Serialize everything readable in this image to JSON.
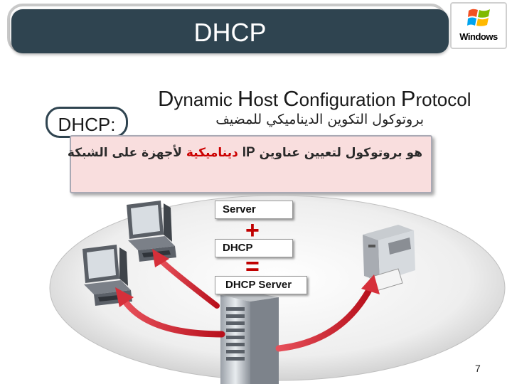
{
  "header": {
    "title": "DHCP",
    "logo_text": "Windows"
  },
  "slide": {
    "label": "DHCP:",
    "subtitle_parts": [
      {
        "cap": "D",
        "rest": "ynamic "
      },
      {
        "cap": "H",
        "rest": "ost "
      },
      {
        "cap": "C",
        "rest": "onfiguration "
      },
      {
        "cap": "P",
        "rest": "rotocol"
      }
    ],
    "arabic_subtitle": "بروتوكول التكوين الديناميكي للمضيف",
    "definition": {
      "part1": "هو بروتوكول لتعيين عناوين",
      "ip": "IP",
      "highlight": "ديناميكية",
      "part2": "لأجهزة على الشبكة"
    },
    "highlight_color": "#cc0000"
  },
  "diagram": {
    "box1": "Server",
    "plus": "+",
    "box2": "DHCP",
    "equals": "=",
    "box3": "DHCP Server",
    "arrow_color": "#d0202a"
  },
  "footer": {
    "page_number": "7"
  }
}
